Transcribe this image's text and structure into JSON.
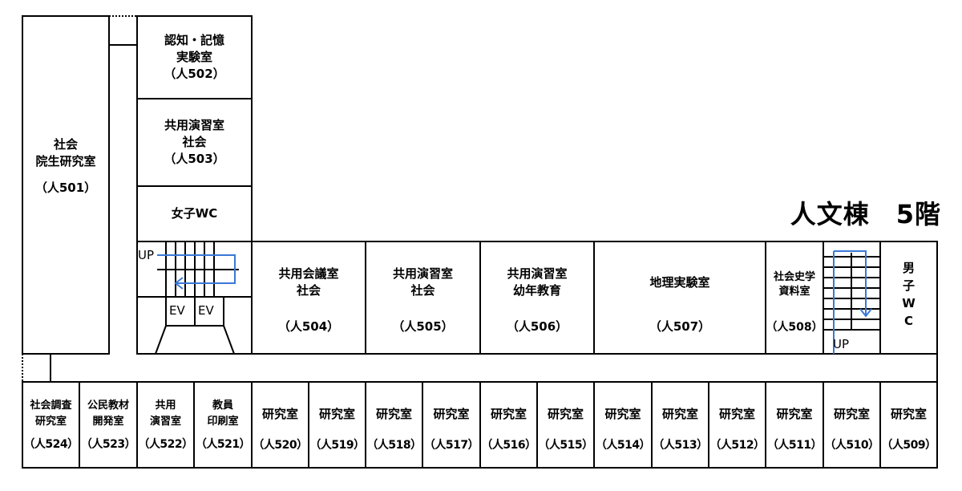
{
  "title": "人文棟　5階",
  "rooms_upper": [
    {
      "id": "501",
      "lines": [
        "社会",
        "院生研究室"
      ],
      "code": "（人501）"
    },
    {
      "id": "502",
      "lines": [
        "認知・記憶",
        "実験室"
      ],
      "code": "（人502）"
    },
    {
      "id": "503",
      "lines": [
        "共用演習室",
        "社会"
      ],
      "code": "（人503）"
    },
    {
      "id": "wc-f",
      "lines": [
        "女子WC"
      ],
      "code": ""
    },
    {
      "id": "504",
      "lines": [
        "共用会議室",
        "社会"
      ],
      "code": "（人504）"
    },
    {
      "id": "505",
      "lines": [
        "共用演習室",
        "社会"
      ],
      "code": "（人505）"
    },
    {
      "id": "506",
      "lines": [
        "共用演習室",
        "幼年教育"
      ],
      "code": "（人506）"
    },
    {
      "id": "507",
      "lines": [
        "地理実験室"
      ],
      "code": "（人507）"
    },
    {
      "id": "508",
      "lines": [
        "社会史学",
        "資料室"
      ],
      "code": "（人508）"
    },
    {
      "id": "wc-m",
      "lines": [
        "男",
        "子",
        "W",
        "C"
      ],
      "code": ""
    }
  ],
  "rooms_lower": [
    {
      "lines": [
        "社会調査",
        "研究室"
      ],
      "code": "（人524）"
    },
    {
      "lines": [
        "公民教材",
        "開発室"
      ],
      "code": "（人523）"
    },
    {
      "lines": [
        "共用",
        "演習室"
      ],
      "code": "（人522）"
    },
    {
      "lines": [
        "教員",
        "印刷室"
      ],
      "code": "（人521）"
    },
    {
      "lines": [
        "研究室"
      ],
      "code": "（人520）"
    },
    {
      "lines": [
        "研究室"
      ],
      "code": "（人519）"
    },
    {
      "lines": [
        "研究室"
      ],
      "code": "（人518）"
    },
    {
      "lines": [
        "研究室"
      ],
      "code": "（人517）"
    },
    {
      "lines": [
        "研究室"
      ],
      "code": "（人516）"
    },
    {
      "lines": [
        "研究室"
      ],
      "code": "（人515）"
    },
    {
      "lines": [
        "研究室"
      ],
      "code": "（人514）"
    },
    {
      "lines": [
        "研究室"
      ],
      "code": "（人513）"
    },
    {
      "lines": [
        "研究室"
      ],
      "code": "（人512）"
    },
    {
      "lines": [
        "研究室"
      ],
      "code": "（人511）"
    },
    {
      "lines": [
        "研究室"
      ],
      "code": "（人510）"
    },
    {
      "lines": [
        "研究室"
      ],
      "code": "（人509）"
    }
  ],
  "labels": {
    "up": "UP",
    "ev": "EV"
  }
}
